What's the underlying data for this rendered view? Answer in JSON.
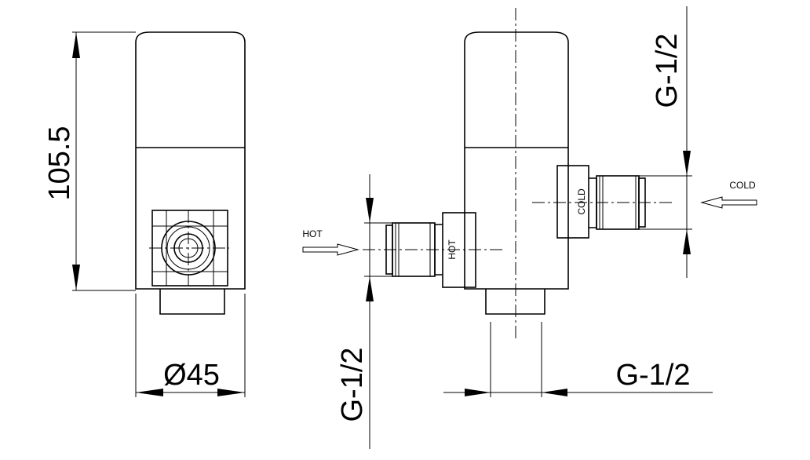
{
  "dimensions": {
    "height": "105.5",
    "diameter": "Ø45",
    "thread_cold_top": "G-1/2",
    "thread_hot_bottom": "G-1/2",
    "thread_outlet": "G-1/2"
  },
  "labels": {
    "hot_arrow": "HOT",
    "cold_arrow": "COLD",
    "hot_port": "HOT",
    "cold_port": "COLD"
  }
}
